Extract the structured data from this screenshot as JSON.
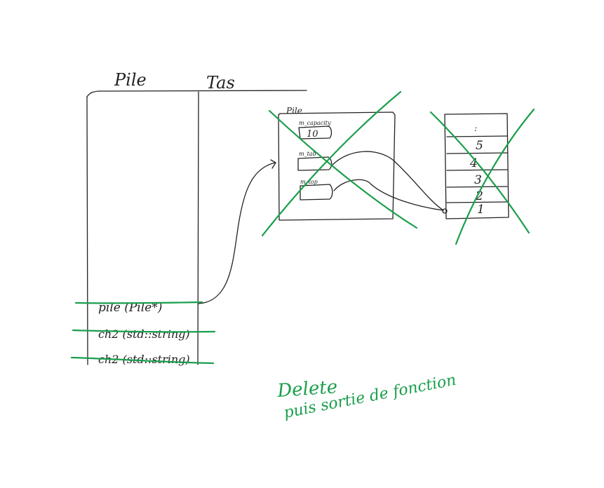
{
  "headers": {
    "stack": "Pile",
    "heap": "Tas"
  },
  "stack_entries": [
    "pile (Pile*)",
    "ch2 (std::string)",
    "ch2 (std::string)"
  ],
  "heap_object": {
    "label": "Pile",
    "fields": [
      "m_capacity",
      "m_tab",
      "m_top"
    ],
    "capacity_value": "10"
  },
  "array_cells": [
    ":",
    "5",
    "4",
    "3",
    "2",
    "1"
  ],
  "note": [
    "Delete",
    "puis sortie de fonction"
  ],
  "colors": {
    "ink": "#222222",
    "strike": "#1a9e4b"
  }
}
